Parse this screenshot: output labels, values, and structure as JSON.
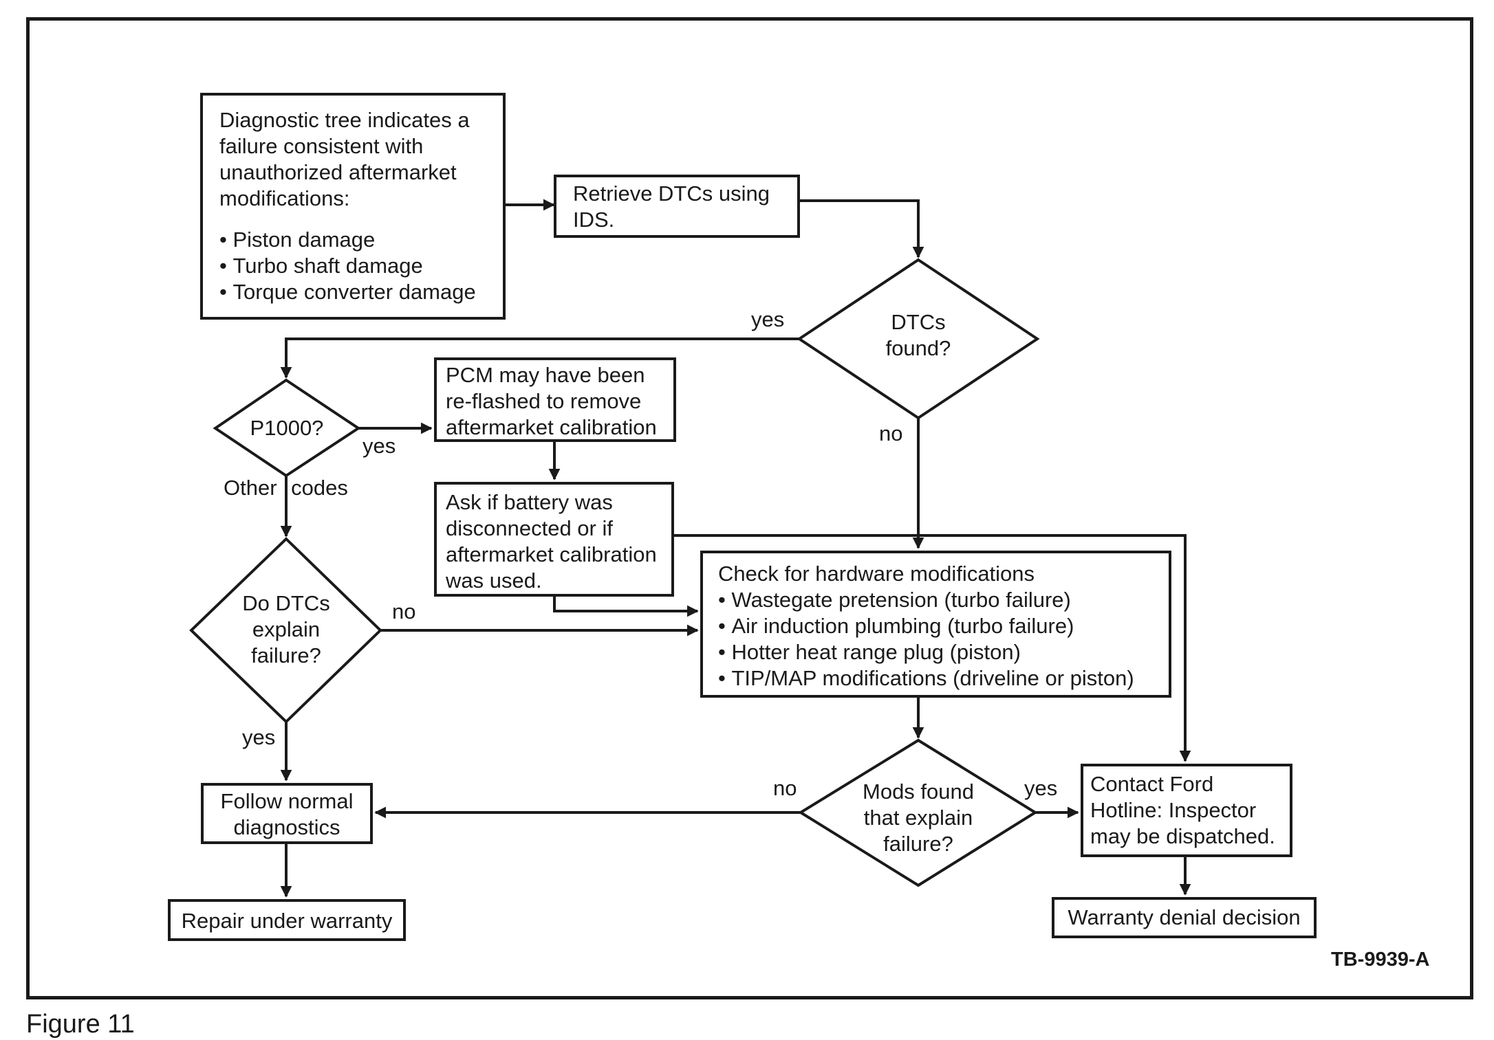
{
  "figure_caption": "Figure 11",
  "figure_ref": "TB-9939-A",
  "boxes": {
    "start": {
      "text": "Diagnostic tree indicates a failure consistent with unauthorized aftermarket modifications:",
      "bullets": [
        "Piston damage",
        "Turbo shaft damage",
        "Torque converter damage"
      ]
    },
    "retrieve": "Retrieve DTCs using IDS.",
    "pcm": "PCM may have been re-flashed to remove aftermarket calibration",
    "battery": "Ask if battery was disconnected or if aftermarket calibration was used.",
    "hardware": {
      "text": "Check for hardware modifications",
      "bullets": [
        "Wastegate pretension (turbo failure)",
        "Air induction plumbing (turbo failure)",
        "Hotter heat range plug (piston)",
        "TIP/MAP modifications (driveline or piston)"
      ]
    },
    "follow": "Follow normal diagnostics",
    "repair": "Repair under warranty",
    "contact": "Contact Ford Hotline: Inspector may be dispatched.",
    "denial": "Warranty denial decision"
  },
  "decisions": {
    "dtcs_found": "DTCs found?",
    "p1000": "P1000?",
    "explain": "Do DTCs explain failure?",
    "mods": "Mods found that explain failure?"
  },
  "labels": {
    "dtcs_yes": "yes",
    "dtcs_no": "no",
    "p1000_yes": "yes",
    "other_codes": "Other codes",
    "explain_no": "no",
    "explain_yes": "yes",
    "mods_no": "no",
    "mods_yes": "yes"
  }
}
